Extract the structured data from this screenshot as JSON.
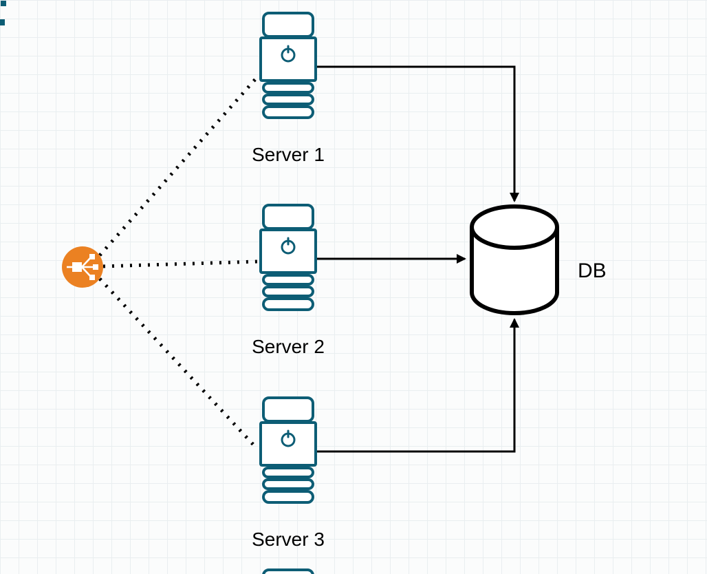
{
  "diagram": {
    "load_balancer": {
      "name": "load-balancer",
      "label": ""
    },
    "servers": [
      {
        "label": "Server 1"
      },
      {
        "label": "Server 2"
      },
      {
        "label": "Server 3"
      }
    ],
    "database": {
      "label": "DB"
    },
    "connectors": [
      {
        "from": "load-balancer",
        "to": "server-1",
        "style": "dotted"
      },
      {
        "from": "load-balancer",
        "to": "server-2",
        "style": "dotted"
      },
      {
        "from": "load-balancer",
        "to": "server-3",
        "style": "dotted"
      },
      {
        "from": "server-1",
        "to": "db",
        "style": "solid-arrow"
      },
      {
        "from": "server-2",
        "to": "db",
        "style": "solid-arrow"
      },
      {
        "from": "server-3",
        "to": "db",
        "style": "solid-arrow"
      }
    ]
  },
  "icons": {
    "load_balancer": "load-balancer-icon",
    "server": "server-tower-icon",
    "database": "database-cylinder-icon",
    "power": "power-button-icon"
  },
  "colors": {
    "canvas-bg": "#fbfcfc",
    "grid-line": "#e9eef0",
    "server-teal": "#0d5d75",
    "accent-orange": "#eb8122",
    "connector-black": "#000000",
    "label-text": "#000000"
  }
}
